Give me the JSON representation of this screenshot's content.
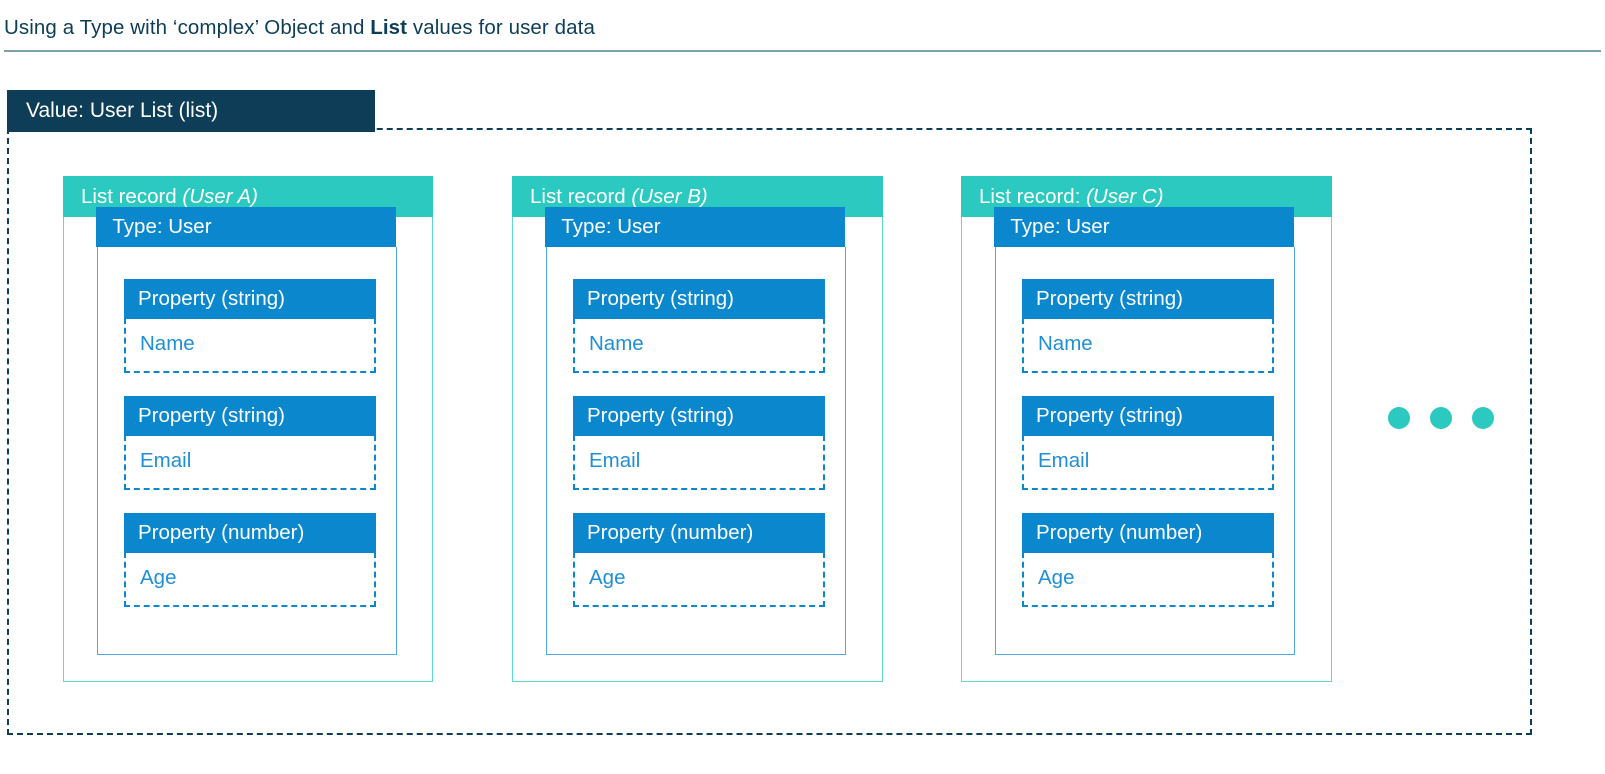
{
  "title": {
    "before": "Using a Type with ‘complex’ Object and ",
    "bold": "List",
    "after": " values for user data"
  },
  "colors": {
    "navy": "#0d3d57",
    "teal": "#2bc9c0",
    "blue": "#0b87ce",
    "blue_text": "#1f8fd6",
    "rule": "#7e9fb1"
  },
  "list": {
    "header_label": "Value: User List (list)"
  },
  "records": [
    {
      "head_label": "List record ",
      "head_italic": "(User A)",
      "type_label": "Type: User",
      "properties": [
        {
          "head": "Property (string)",
          "value": "Name"
        },
        {
          "head": "Property (string)",
          "value": "Email"
        },
        {
          "head": "Property (number)",
          "value": "Age"
        }
      ]
    },
    {
      "head_label": "List record ",
      "head_italic": "(User B)",
      "type_label": "Type: User",
      "properties": [
        {
          "head": "Property (string)",
          "value": "Name"
        },
        {
          "head": "Property (string)",
          "value": "Email"
        },
        {
          "head": "Property (number)",
          "value": "Age"
        }
      ]
    },
    {
      "head_label": "List record: ",
      "head_italic": "(User C)",
      "type_label": "Type: User",
      "properties": [
        {
          "head": "Property (string)",
          "value": "Name"
        },
        {
          "head": "Property (string)",
          "value": "Email"
        },
        {
          "head": "Property (number)",
          "value": "Age"
        }
      ]
    }
  ],
  "ellipsis": {
    "name": "more-records-ellipsis",
    "dot_count": 3
  }
}
